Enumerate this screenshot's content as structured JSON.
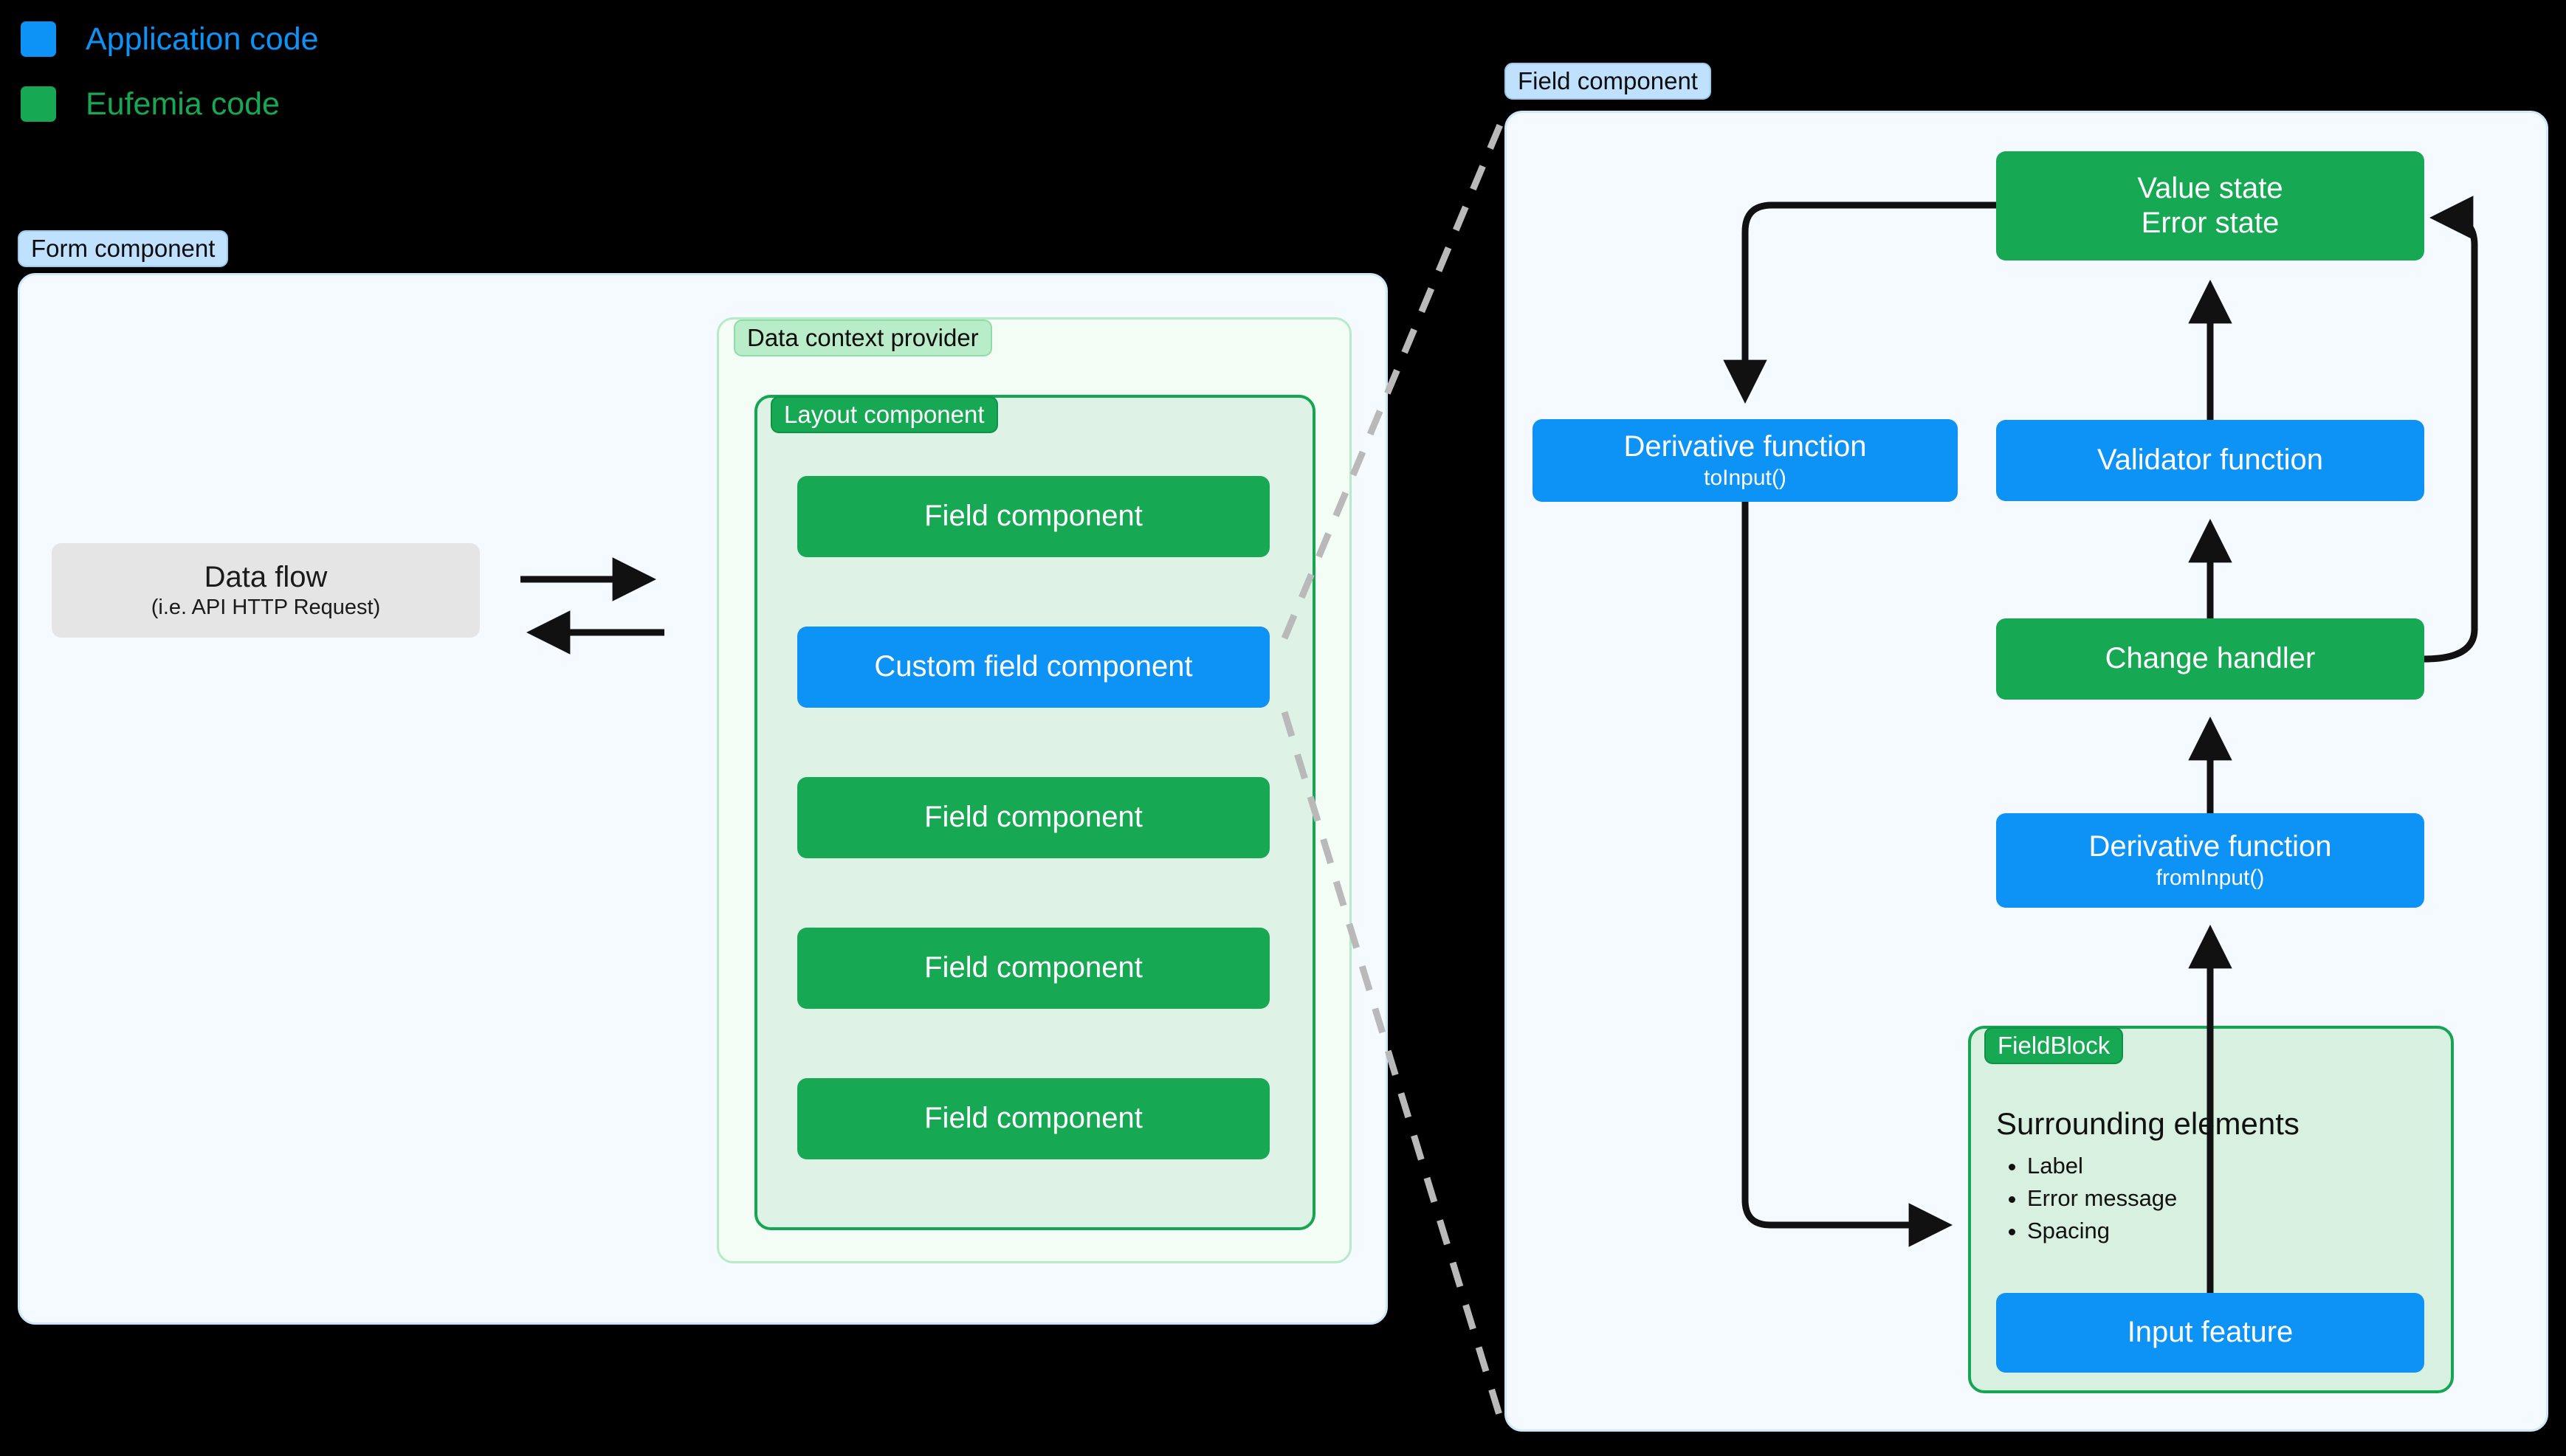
{
  "legend": {
    "items": [
      {
        "label": "Application code",
        "color": "#0d93f5",
        "icon": "blue-square-swatch"
      },
      {
        "label": "Eufemia code",
        "color": "#17a853",
        "icon": "green-square-swatch"
      }
    ]
  },
  "form_panel": {
    "title": "Form component",
    "data_flow": {
      "title": "Data flow",
      "subtitle": "(i.e. API HTTP Request)"
    },
    "data_context_provider": {
      "title": "Data context provider"
    },
    "layout_component": {
      "title": "Layout component",
      "fields": [
        {
          "label": "Field component",
          "kind": "eufemia"
        },
        {
          "label": "Custom field component",
          "kind": "application"
        },
        {
          "label": "Field component",
          "kind": "eufemia"
        },
        {
          "label": "Field component",
          "kind": "eufemia"
        },
        {
          "label": "Field component",
          "kind": "eufemia"
        }
      ]
    }
  },
  "field_panel": {
    "title": "Field component",
    "nodes": {
      "value_state_line1": "Value state",
      "value_state_line2": "Error state",
      "validator": "Validator function",
      "change_handler": "Change handler",
      "derivative_to_title": "Derivative function",
      "derivative_to_fn": "toInput()",
      "derivative_from_title": "Derivative function",
      "derivative_from_fn": "fromInput()",
      "input_feature": "Input feature"
    },
    "field_block": {
      "title": "FieldBlock",
      "heading": "Surrounding elements",
      "items": [
        "Label",
        "Error message",
        "Spacing"
      ]
    }
  },
  "colors": {
    "application": "#0d93f5",
    "eufemia": "#17a853",
    "panel_bg": "#f4faff",
    "panel_border": "#cfe7fb",
    "tag_blue": "#bfe1fd",
    "tag_green_light": "#b9ecc8",
    "neutral_box": "#e6e5e5",
    "connector": "#111111",
    "zoom_line": "#b9b9b9"
  }
}
